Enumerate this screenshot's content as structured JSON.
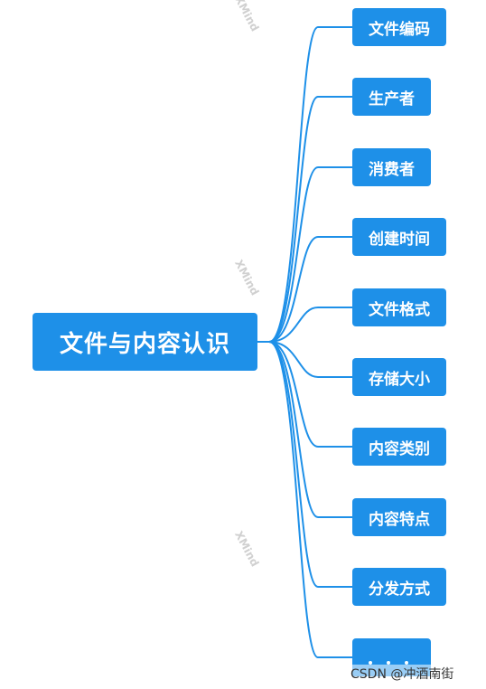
{
  "root": {
    "label": "文件与内容认识"
  },
  "branches": [
    {
      "label": "文件编码"
    },
    {
      "label": "生产者"
    },
    {
      "label": "消费者"
    },
    {
      "label": "创建时间"
    },
    {
      "label": "文件格式"
    },
    {
      "label": "存储大小"
    },
    {
      "label": "内容类别"
    },
    {
      "label": "内容特点"
    },
    {
      "label": "分发方式"
    }
  ],
  "more_branch": {
    "label": "..."
  },
  "watermark": "XMind",
  "credit": "CSDN @冲酒南街",
  "colors": {
    "node": "#1e90e8",
    "connector": "#1e90e8",
    "text": "#ffffff"
  }
}
